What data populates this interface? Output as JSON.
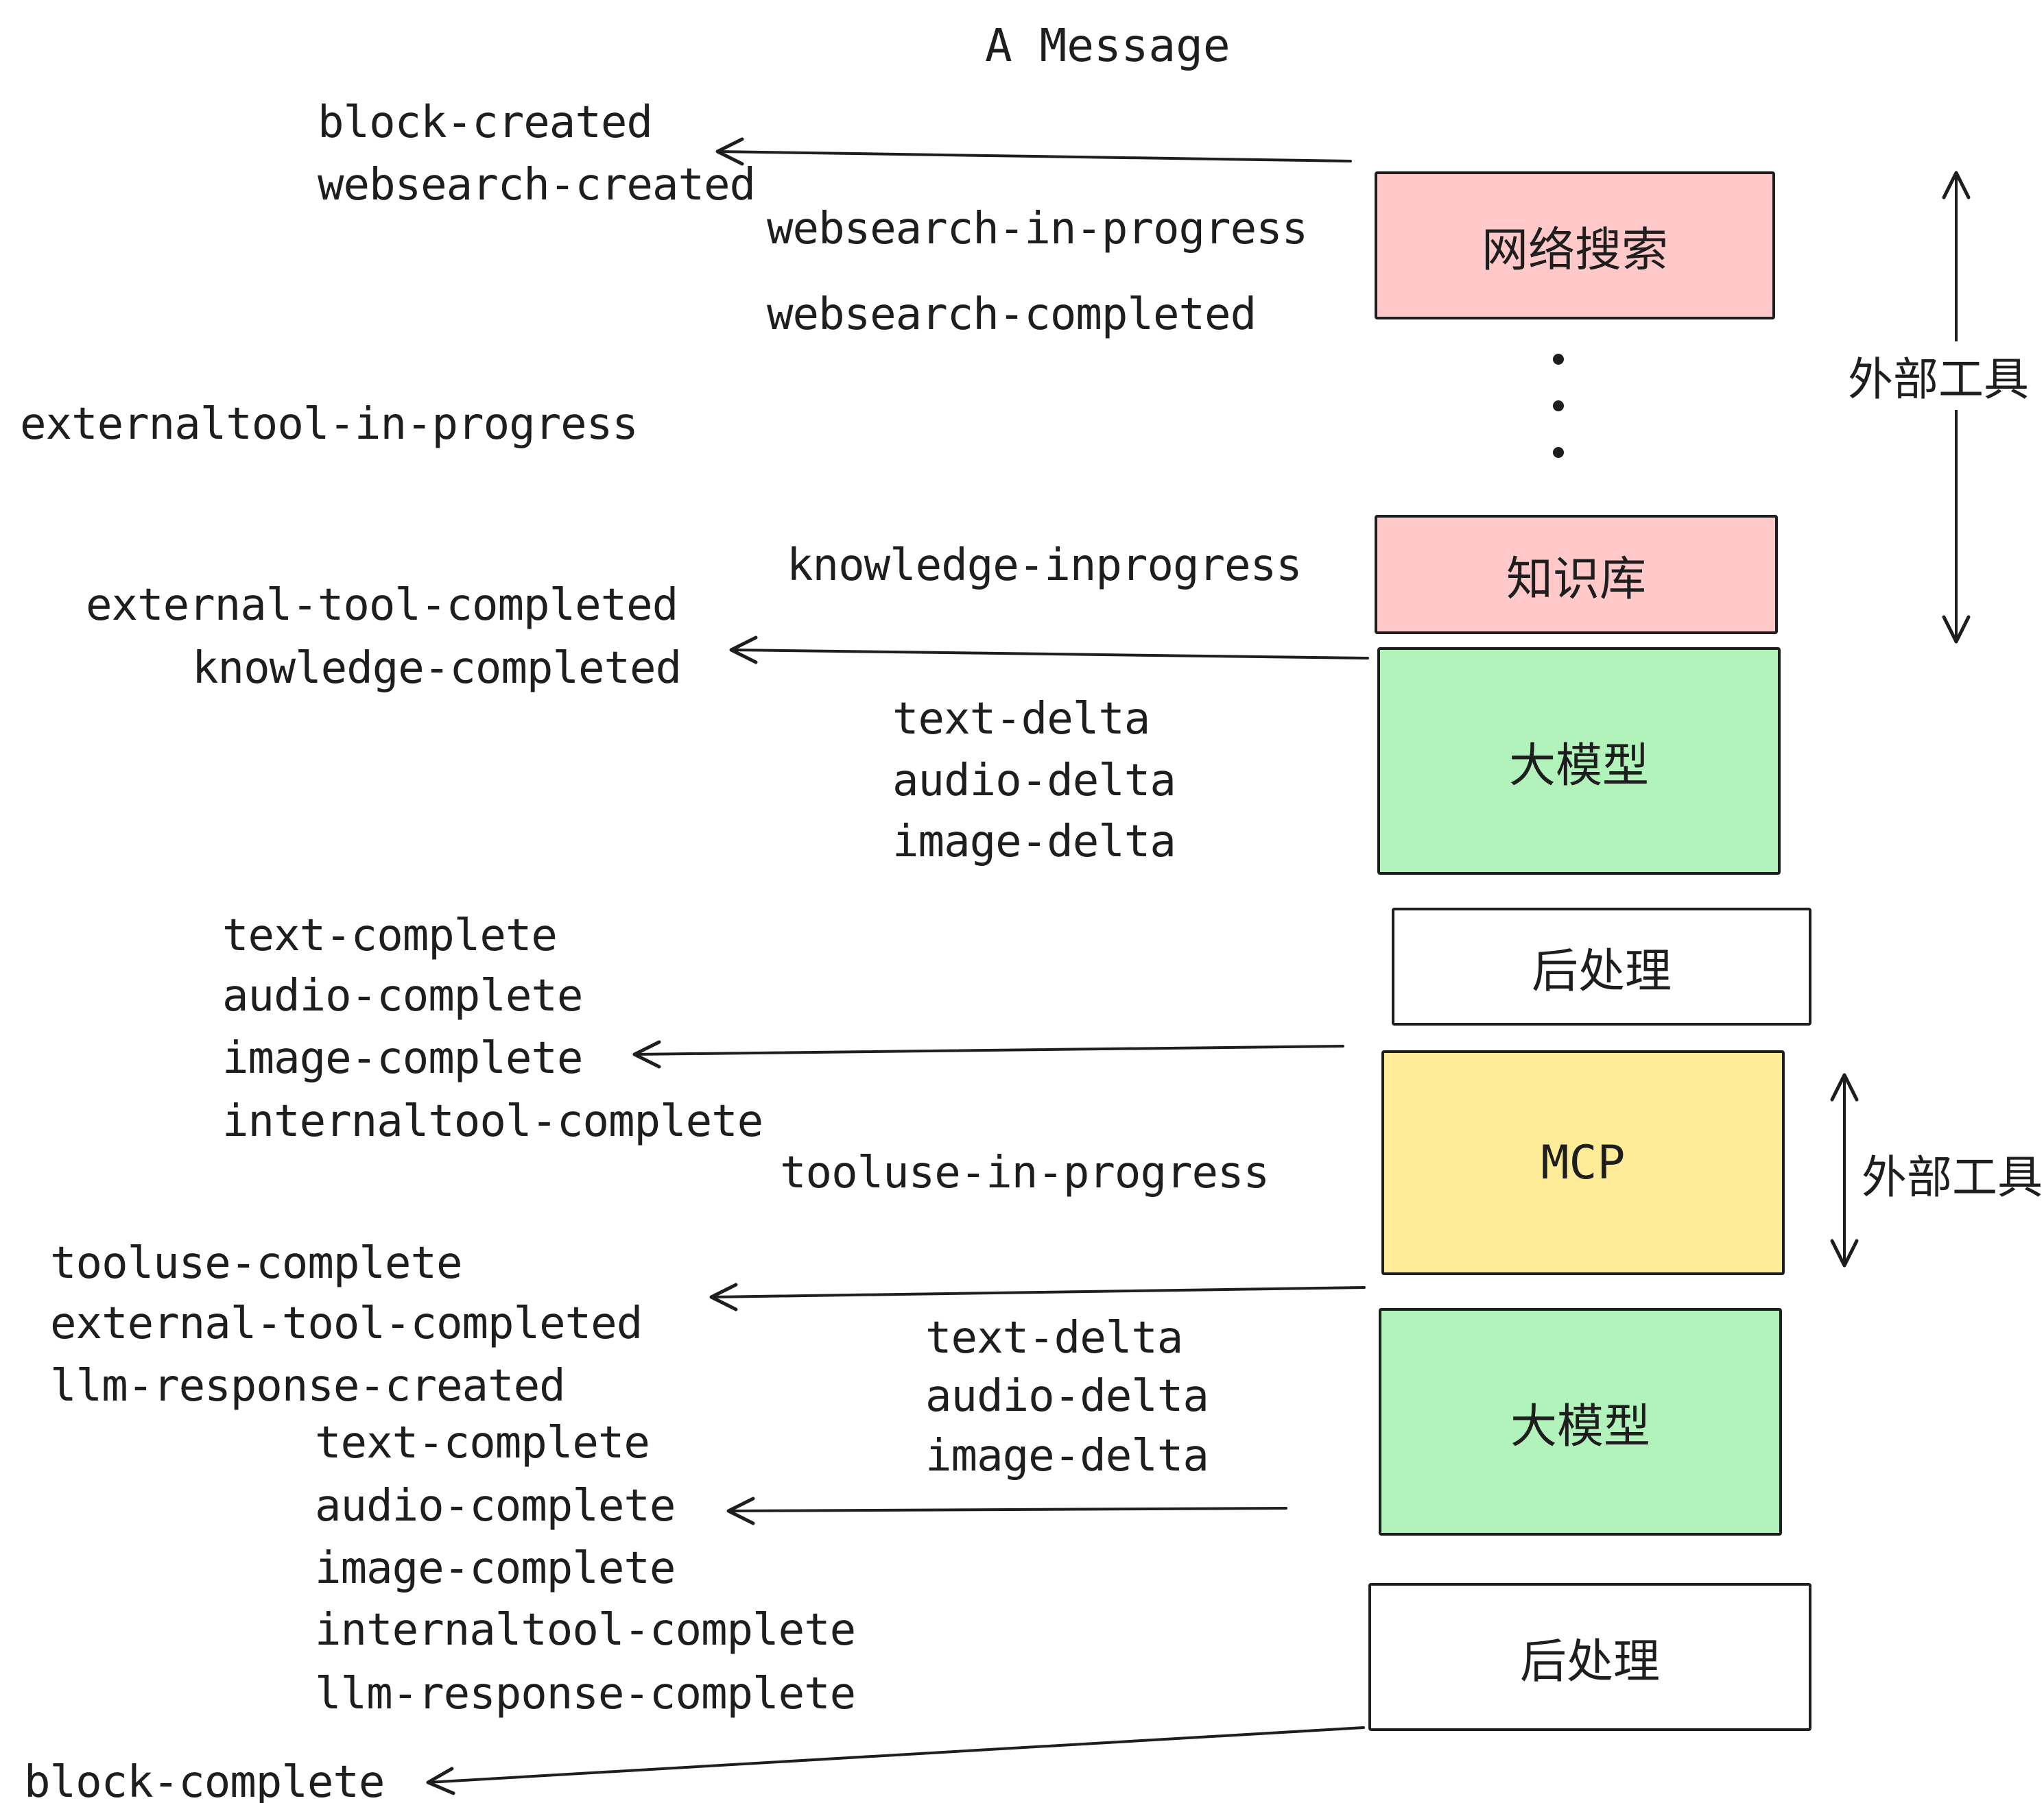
{
  "title": "A Message",
  "events": {
    "block_created": "block-created",
    "websearch_created": "websearch-created",
    "websearch_in_progress": "websearch-in-progress",
    "websearch_completed": "websearch-completed",
    "externaltool_in_progress": "externaltool-in-progress",
    "knowledge_inprogress": "knowledge-inprogress",
    "external_tool_completed": "external-tool-completed",
    "knowledge_completed": "knowledge-completed",
    "text_delta": "text-delta",
    "audio_delta": "audio-delta",
    "image_delta": "image-delta",
    "text_complete": "text-complete",
    "audio_complete": "audio-complete",
    "image_complete": "image-complete",
    "internaltool_complete": "internaltool-complete",
    "tooluse_in_progress": "tooluse-in-progress",
    "tooluse_complete": "tooluse-complete",
    "llm_response_created": "llm-response-created",
    "llm_response_complete": "llm-response-complete",
    "block_complete": "block-complete"
  },
  "nodes": {
    "websearch": {
      "label": "网络搜索",
      "fill": "#ffc9c9"
    },
    "knowledge": {
      "label": "知识库",
      "fill": "#ffc9c9"
    },
    "llm_top": {
      "label": "大模型",
      "fill": "#b2f2bb"
    },
    "post_top": {
      "label": "后处理",
      "fill": "#ffffff"
    },
    "mcp": {
      "label": "MCP",
      "fill": "#ffec99"
    },
    "llm_bottom": {
      "label": "大模型",
      "fill": "#b2f2bb"
    },
    "post_bottom": {
      "label": "后处理",
      "fill": "#ffffff"
    }
  },
  "annotations": {
    "external_tools_top": "外部工具",
    "external_tools_bottom": "外部工具"
  },
  "colors": {
    "stroke": "#1e1e1e",
    "pink": "#ffc9c9",
    "green": "#b2f2bb",
    "yellow": "#ffec99",
    "background": "#ffffff"
  }
}
